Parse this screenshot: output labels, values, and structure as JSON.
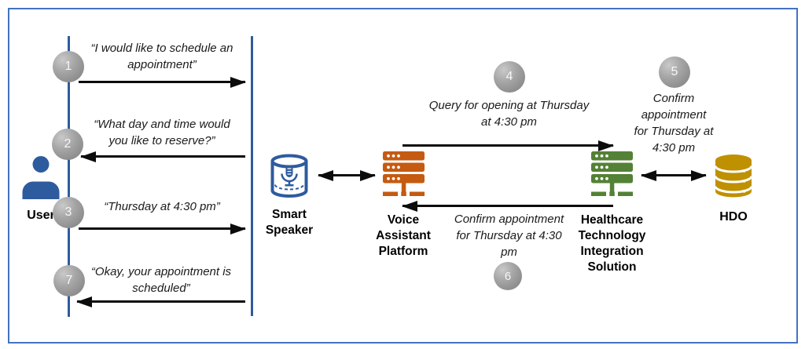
{
  "diagram_type": "sequence-flow",
  "nodes": {
    "user": {
      "label": "User",
      "color": "#2E5B9E"
    },
    "smart_speaker": {
      "label": "Smart\nSpeaker",
      "color": "#2E5B9E"
    },
    "voice_assistant_platform": {
      "label": "Voice\nAssistant\nPlatform",
      "color": "#C55A11"
    },
    "healthcare_solution": {
      "label": "Healthcare\nTechnology\nIntegration\nSolution",
      "color": "#538135"
    },
    "hdo": {
      "label": "HDO",
      "color": "#BF9000"
    }
  },
  "steps": {
    "s1": {
      "num": "1",
      "text": "“I would like to schedule an\nappointment”",
      "direction": "right"
    },
    "s2": {
      "num": "2",
      "text": "“What day and time would\nyou like to reserve?”",
      "direction": "left"
    },
    "s3": {
      "num": "3",
      "text": "“Thursday at 4:30 pm”",
      "direction": "right"
    },
    "s4": {
      "num": "4",
      "text": "Query for opening at Thursday\nat 4:30 pm",
      "direction": "right"
    },
    "s5": {
      "num": "5",
      "text": "Confirm\nappointment\nfor Thursday at\n4:30 pm",
      "direction": "bidirectional"
    },
    "s6": {
      "num": "6",
      "text": "Confirm appointment\nfor Thursday at 4:30\npm",
      "direction": "left"
    },
    "s7": {
      "num": "7",
      "text": "“Okay, your appointment is\nscheduled”",
      "direction": "left"
    }
  },
  "colors": {
    "border_blue": "#4472C4",
    "line_blue": "#2E5B9E",
    "platform_orange": "#C55A11",
    "integration_green": "#538135",
    "hdo_gold": "#BF9000",
    "step_gray": "#8C8C8C",
    "arrow_black": "#0c0c0c",
    "text_black": "#1a1a1a"
  }
}
